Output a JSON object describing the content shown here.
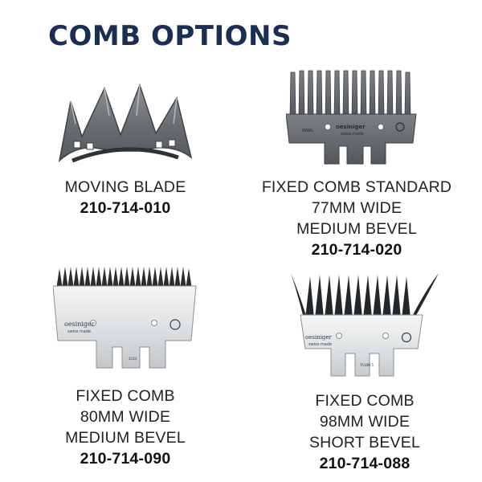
{
  "page": {
    "title": "COMB OPTIONS",
    "title_color": "#1b2f52"
  },
  "products": [
    {
      "lines": [
        "MOVING BLADE"
      ],
      "code": "210-714-010",
      "image_icon": "moving-blade-cutter"
    },
    {
      "lines": [
        "FIXED COMB STANDARD",
        "77MM WIDE",
        "MEDIUM BEVEL"
      ],
      "code": "210-714-020",
      "image_icon": "fixed-comb-dark",
      "stamp": "swiss made"
    },
    {
      "lines": [
        "FIXED COMB",
        "80MM WIDE",
        "MEDIUM BEVEL"
      ],
      "code": "210-714-090",
      "image_icon": "fixed-comb-silver",
      "stamp": "swiss made"
    },
    {
      "lines": [
        "FIXED COMB",
        "98MM WIDE",
        "SHORT BEVEL"
      ],
      "code": "210-714-088",
      "image_icon": "fixed-comb-wide-silver",
      "stamp": "swiss made"
    }
  ]
}
